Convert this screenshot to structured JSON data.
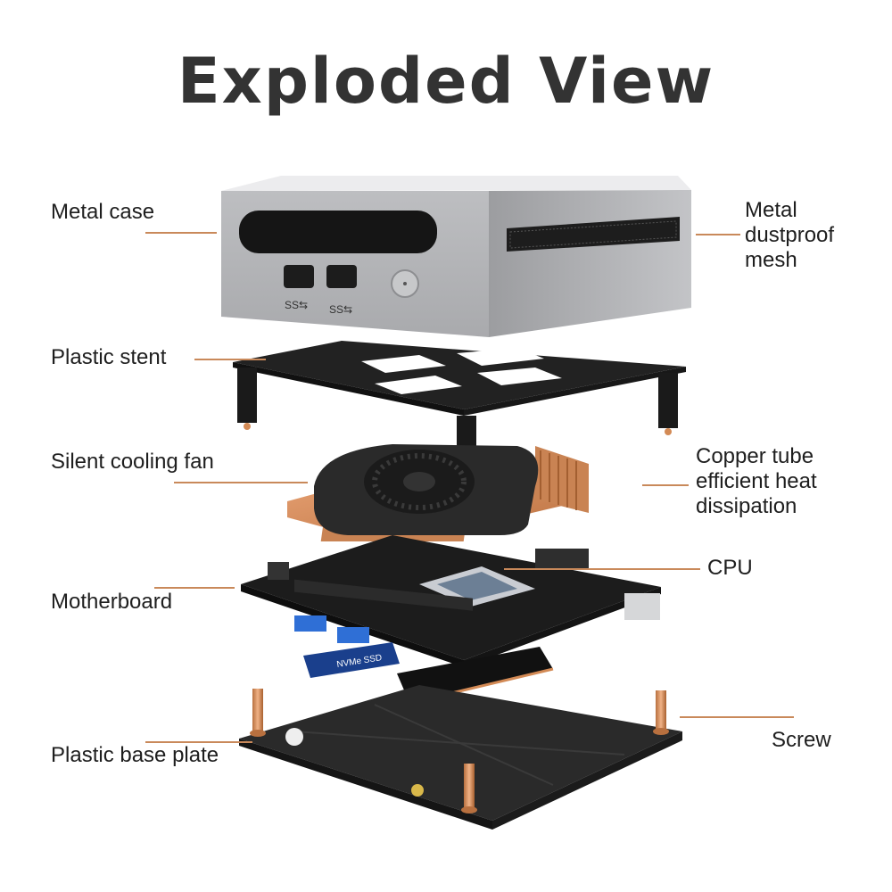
{
  "title": "Exploded View",
  "labels": {
    "metal_case": "Metal case",
    "mesh": [
      "Metal",
      "dustproof",
      "mesh"
    ],
    "plastic_stent": "Plastic stent",
    "cooling_fan": "Silent cooling fan",
    "copper_tube": [
      "Copper tube",
      "efficient heat",
      "dissipation"
    ],
    "cpu": "CPU",
    "motherboard": "Motherboard",
    "screw": "Screw",
    "base_plate": "Plastic base plate"
  },
  "component_marks": {
    "usb_symbol": "SS⇆",
    "ssd_label": "NVMe SSD"
  },
  "colors": {
    "leader": "#c9895a",
    "case_silver": "#c8c9cb",
    "dark_plastic": "#232323",
    "copper": "#d38a55",
    "usb_blue": "#2f6fd6",
    "ssd_blue": "#1a3f8c"
  }
}
